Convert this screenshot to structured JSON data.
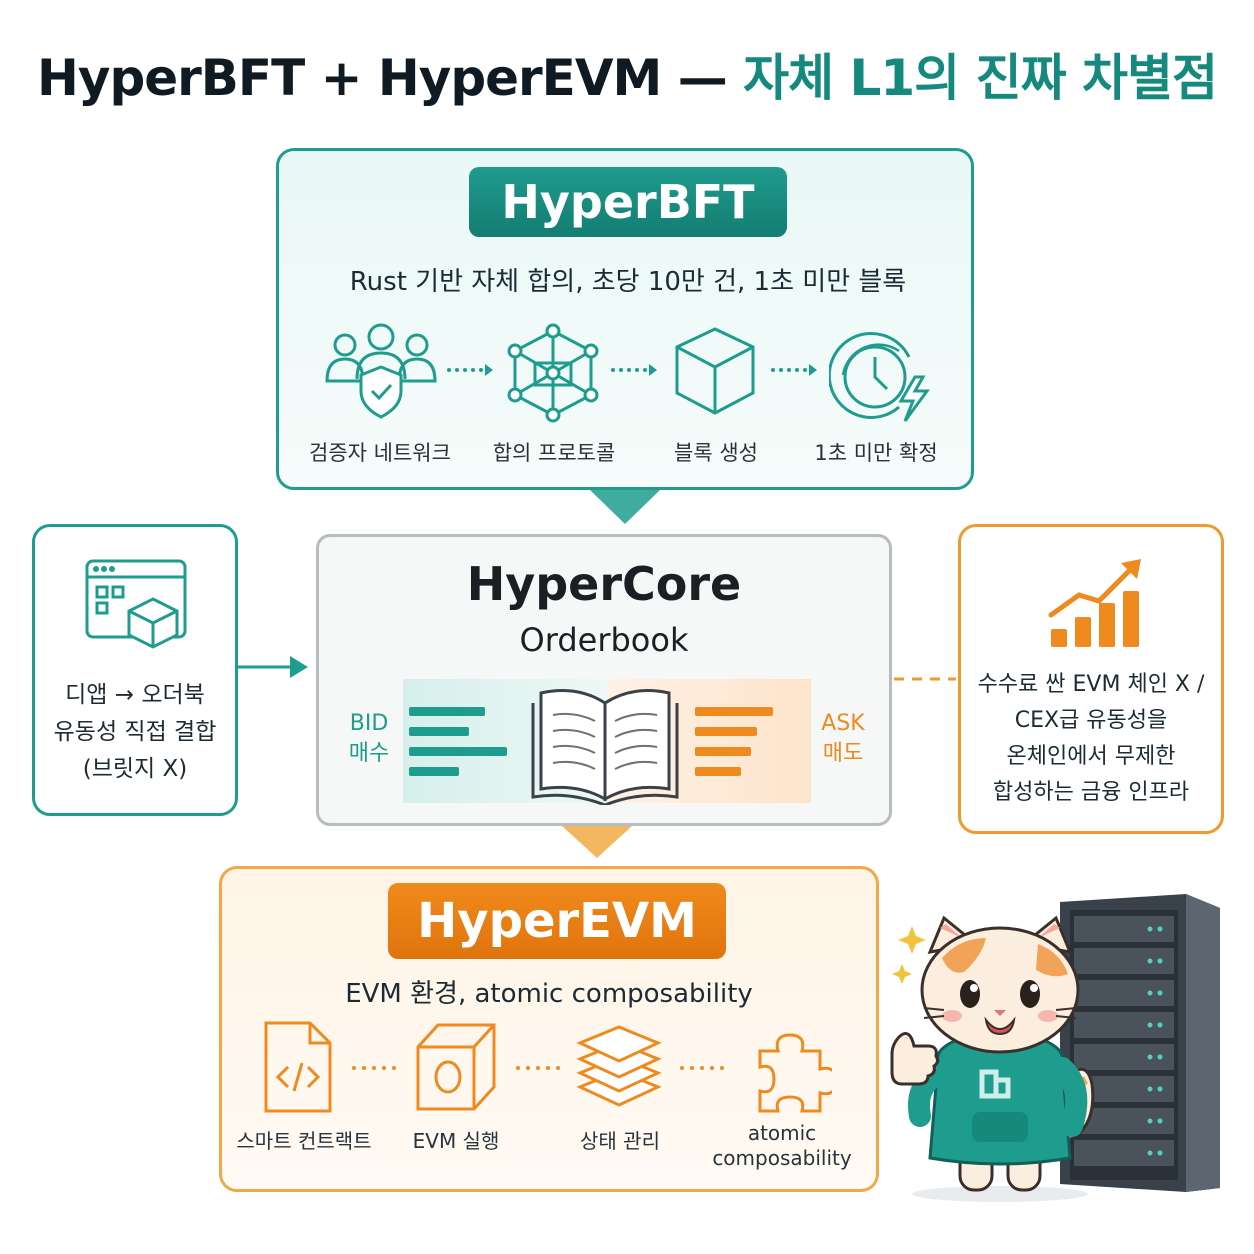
{
  "title": {
    "part1": "HyperBFT + HyperEVM — ",
    "part2": "자체 L1의 진짜 차별점"
  },
  "hyperbft": {
    "badge": "HyperBFT",
    "subtitle": "Rust 기반 자체 합의, 초당 10만 건, 1초 미만 블록",
    "steps": [
      {
        "label": "검증자 네트워크",
        "icon": "validator-network-icon"
      },
      {
        "label": "합의 프로토콜",
        "icon": "consensus-graph-icon"
      },
      {
        "label": "블록 생성",
        "icon": "cube-icon"
      },
      {
        "label": "1초 미만 확정",
        "icon": "fast-clock-icon"
      }
    ]
  },
  "hypercore": {
    "title": "HyperCore",
    "subtitle": "Orderbook",
    "bid_label": "BID",
    "bid_label_kr": "매수",
    "ask_label": "ASK",
    "ask_label_kr": "매도",
    "icon": "open-book-icon"
  },
  "left_panel": {
    "line1": "디앱 → 오더북",
    "line2": "유동성 직접 결합",
    "line3": "(브릿지 X)",
    "icon": "dapp-window-icon"
  },
  "right_panel": {
    "line1": "수수료 싼 EVM 체인 X /",
    "line2": "CEX급 유동성을",
    "line3": "온체인에서 무제한",
    "line4": "합성하는 금융 인프라",
    "icon": "growth-chart-icon"
  },
  "hyperevm": {
    "badge": "HyperEVM",
    "subtitle": "EVM 환경, atomic composability",
    "steps": [
      {
        "label": "스마트 컨트랙트",
        "icon": "code-file-icon"
      },
      {
        "label": "EVM 실행",
        "icon": "evm-cube-icon"
      },
      {
        "label": "상태 관리",
        "icon": "layers-icon"
      },
      {
        "label": "atomic",
        "label2": "composability",
        "icon": "puzzle-icon"
      }
    ]
  },
  "mascot": {
    "icon": "cat-mascot-icon"
  },
  "server": {
    "icon": "server-rack-icon"
  },
  "colors": {
    "teal": "#1e9c8e",
    "orange": "#ef8a1f",
    "gray": "#b7bcc0"
  }
}
